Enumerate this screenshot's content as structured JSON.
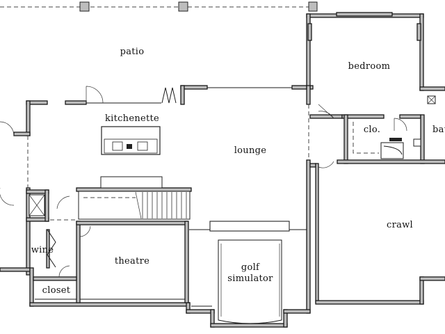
{
  "rooms": {
    "patio": "patio",
    "bedroom": "bedroom",
    "kitchenette": "kitchenette",
    "closet_small": "clo.",
    "bath": "bat",
    "lounge": "lounge",
    "crawl": "crawl",
    "wine": "wine",
    "theatre": "theatre",
    "golf_line1": "golf",
    "golf_line2": "simulator",
    "closet": "closet"
  }
}
